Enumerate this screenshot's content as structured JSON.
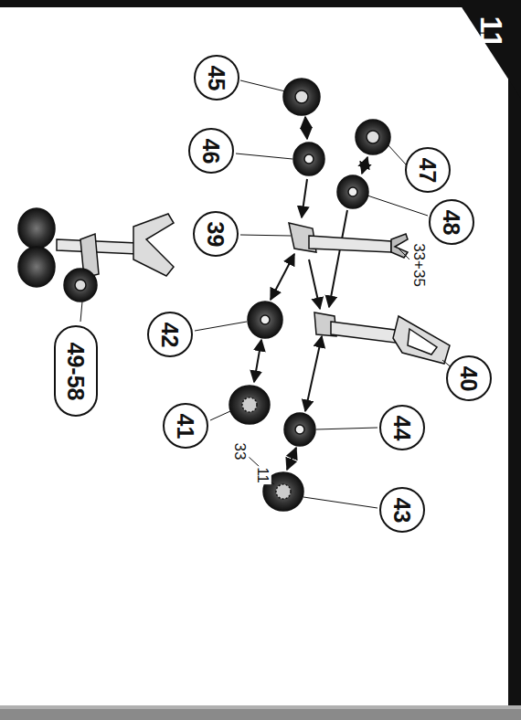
{
  "diagram": {
    "nodes": [
      {
        "text": [
          "11"
        ]
      },
      {
        "text": [
          "45"
        ]
      },
      {
        "text": [
          "46"
        ]
      },
      {
        "text": [
          "47"
        ]
      },
      {
        "text": [
          "48"
        ]
      },
      {
        "text": [
          "39"
        ]
      },
      {
        "text": [
          "40"
        ]
      },
      {
        "text": [
          "42"
        ]
      },
      {
        "text": [
          "44"
        ]
      },
      {
        "text": [
          "41"
        ]
      },
      {
        "text": [
          "43"
        ]
      },
      {
        "text": [
          "49-58"
        ]
      }
    ],
    "labels": [
      "33+35",
      "33",
      "11"
    ]
  }
}
